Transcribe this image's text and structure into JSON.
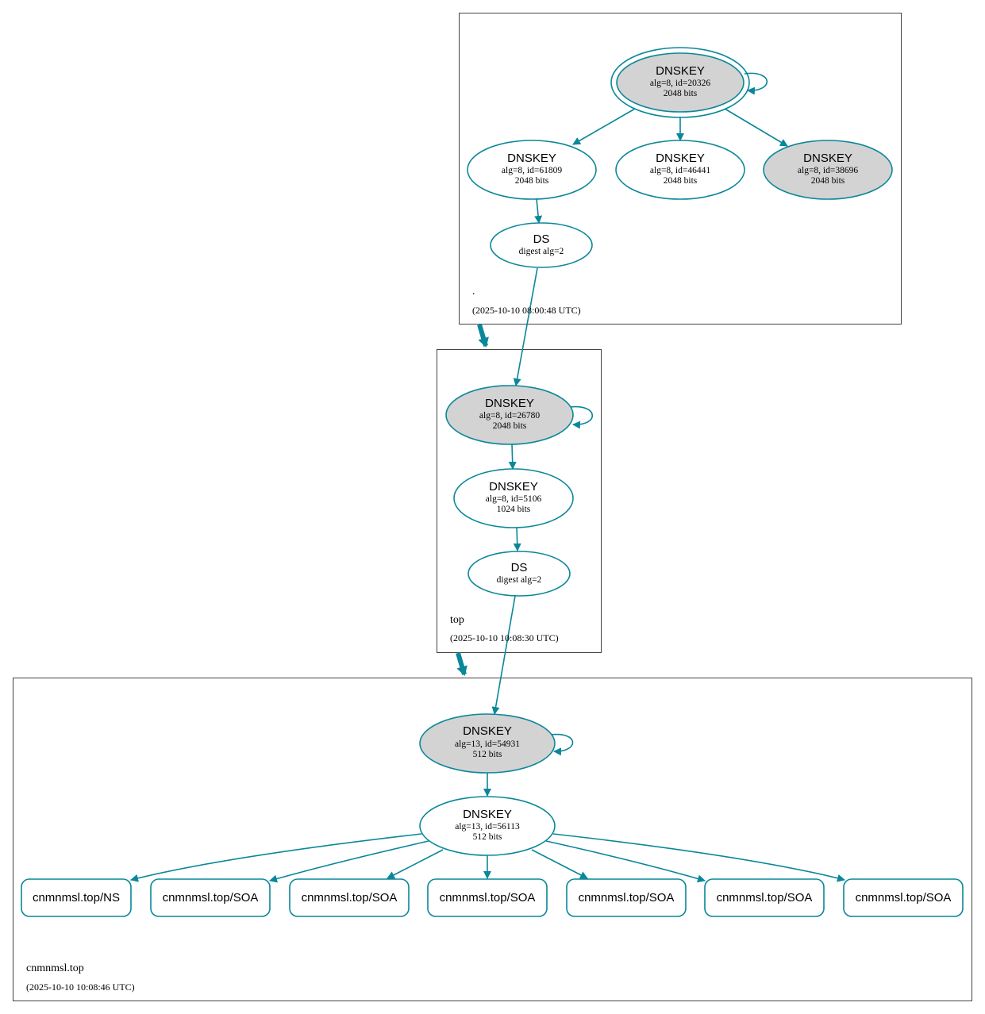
{
  "colors": {
    "edge": "#0a879a",
    "node_fill_ksk": "#d3d3d3",
    "node_fill_plain": "#ffffff",
    "zone_border": "#444444",
    "text": "#000000"
  },
  "zones": {
    "root": {
      "name": ".",
      "timestamp": "(2025-10-10 08:00:48 UTC)"
    },
    "top": {
      "name": "top",
      "timestamp": "(2025-10-10 10:08:30 UTC)"
    },
    "cnmnmsl": {
      "name": "cnmnmsl.top",
      "timestamp": "(2025-10-10 10:08:46 UTC)"
    }
  },
  "nodes": {
    "root_ksk": {
      "title": "DNSKEY",
      "line1": "alg=8, id=20326",
      "line2": "2048 bits"
    },
    "root_zsk1": {
      "title": "DNSKEY",
      "line1": "alg=8, id=61809",
      "line2": "2048 bits"
    },
    "root_zsk2": {
      "title": "DNSKEY",
      "line1": "alg=8, id=46441",
      "line2": "2048 bits"
    },
    "root_ksk2": {
      "title": "DNSKEY",
      "line1": "alg=8, id=38696",
      "line2": "2048 bits"
    },
    "root_ds": {
      "title": "DS",
      "line1": "digest alg=2"
    },
    "top_ksk": {
      "title": "DNSKEY",
      "line1": "alg=8, id=26780",
      "line2": "2048 bits"
    },
    "top_zsk": {
      "title": "DNSKEY",
      "line1": "alg=8, id=5106",
      "line2": "1024 bits"
    },
    "top_ds": {
      "title": "DS",
      "line1": "digest alg=2"
    },
    "cn_ksk": {
      "title": "DNSKEY",
      "line1": "alg=13, id=54931",
      "line2": "512 bits"
    },
    "cn_zsk": {
      "title": "DNSKEY",
      "line1": "alg=13, id=56113",
      "line2": "512 bits"
    }
  },
  "rrsets": [
    "cnmnmsl.top/NS",
    "cnmnmsl.top/SOA",
    "cnmnmsl.top/SOA",
    "cnmnmsl.top/SOA",
    "cnmnmsl.top/SOA",
    "cnmnmsl.top/SOA",
    "cnmnmsl.top/SOA"
  ]
}
